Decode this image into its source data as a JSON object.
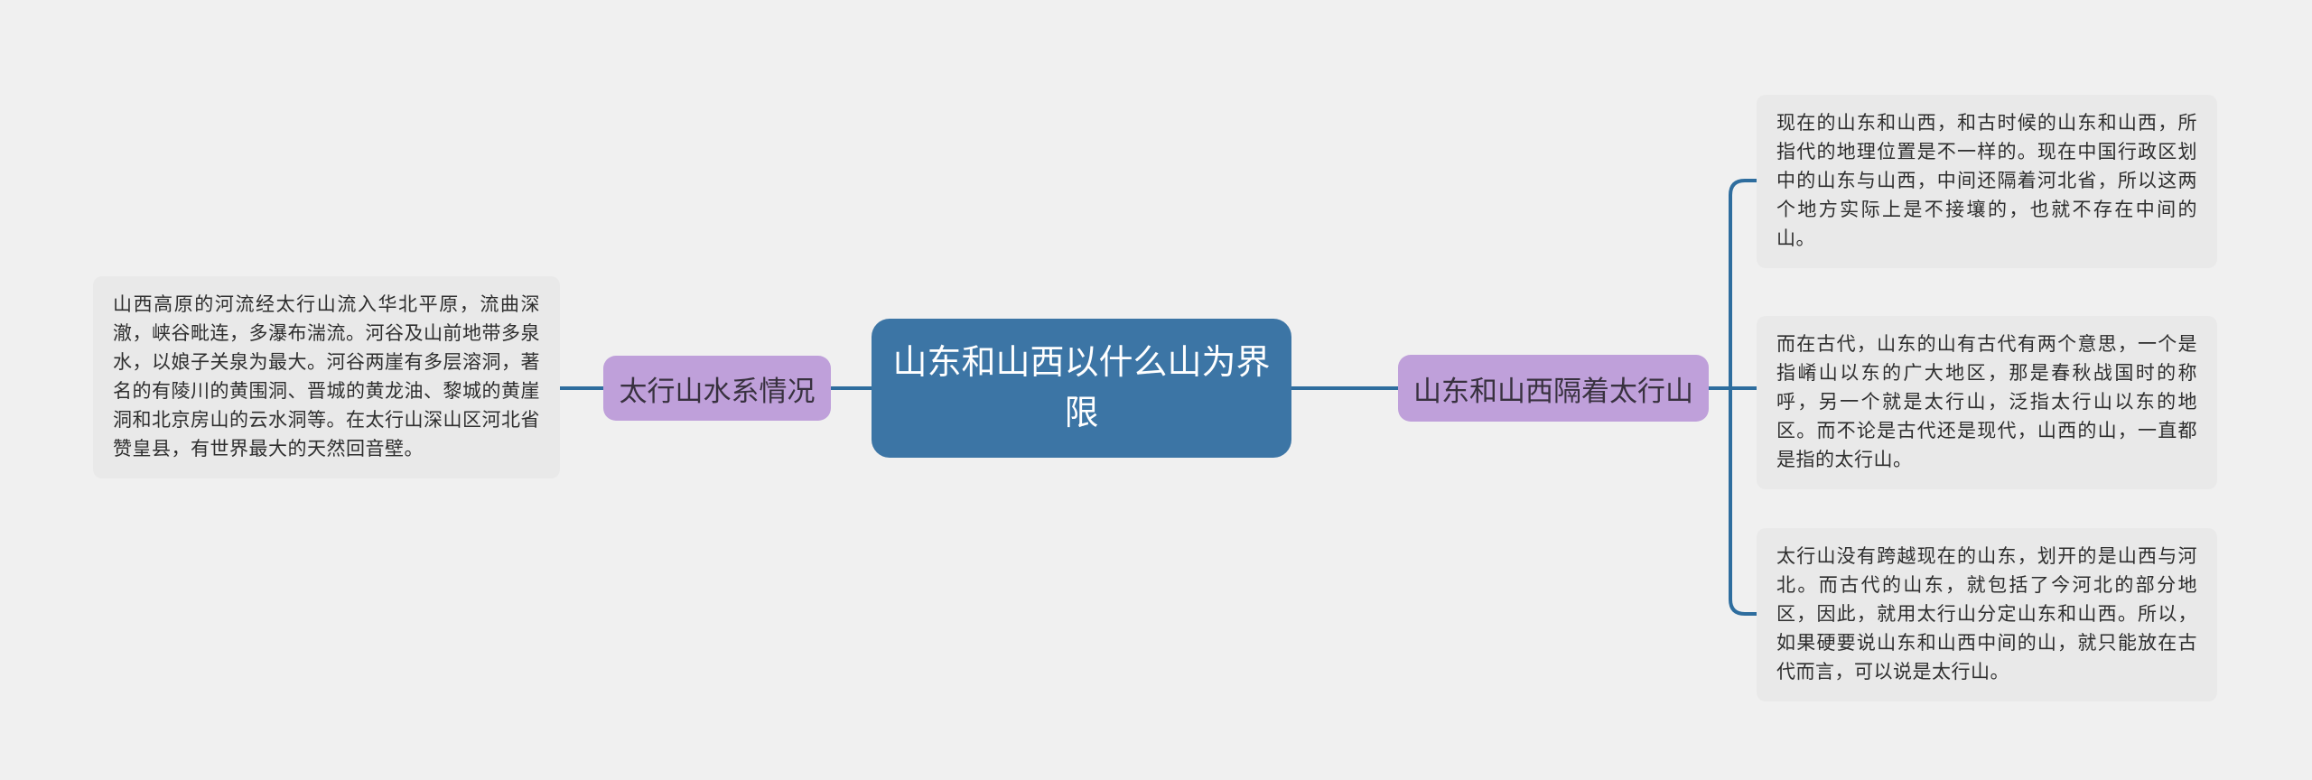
{
  "canvas": {
    "colors": {
      "bg": "#f0f0f0",
      "node_bg": "#e9e9e9",
      "root_fill": "#3c75a5",
      "root_text": "#ffffff",
      "topic_fill": "#bfa0da",
      "topic_text": "#38313f",
      "connector": "#2e6d9e",
      "detail_text": "#2e2e2e"
    }
  },
  "mindmap": {
    "root": {
      "label": "山东和山西以什么山为界限"
    },
    "left_branch": {
      "topic": "太行山水系情况",
      "detail": "山西高原的河流经太行山流入华北平原，流曲深澈，峡谷毗连，多瀑布湍流。河谷及山前地带多泉水，以娘子关泉为最大。河谷两崖有多层溶洞，著名的有陵川的黄围洞、晋城的黄龙油、黎城的黄崖洞和北京房山的云水洞等。在太行山深山区河北省赞皇县，有世界最大的天然回音壁。"
    },
    "right_branch": {
      "topic": "山东和山西隔着太行山",
      "details": [
        "现在的山东和山西，和古时候的山东和山西，所指代的地理位置是不一样的。现在中国行政区划中的山东与山西，中间还隔着河北省，所以这两个地方实际上是不接壤的，也就不存在中间的山。",
        "而在古代，山东的山有古代有两个意思，一个是指崤山以东的广大地区，那是春秋战国时的称呼，另一个就是太行山，泛指太行山以东的地区。而不论是古代还是现代，山西的山，一直都是指的太行山。",
        "太行山没有跨越现在的山东，划开的是山西与河北。而古代的山东，就包括了今河北的部分地区，因此，就用太行山分定山东和山西。所以，如果硬要说山东和山西中间的山，就只能放在古代而言，可以说是太行山。"
      ]
    }
  }
}
